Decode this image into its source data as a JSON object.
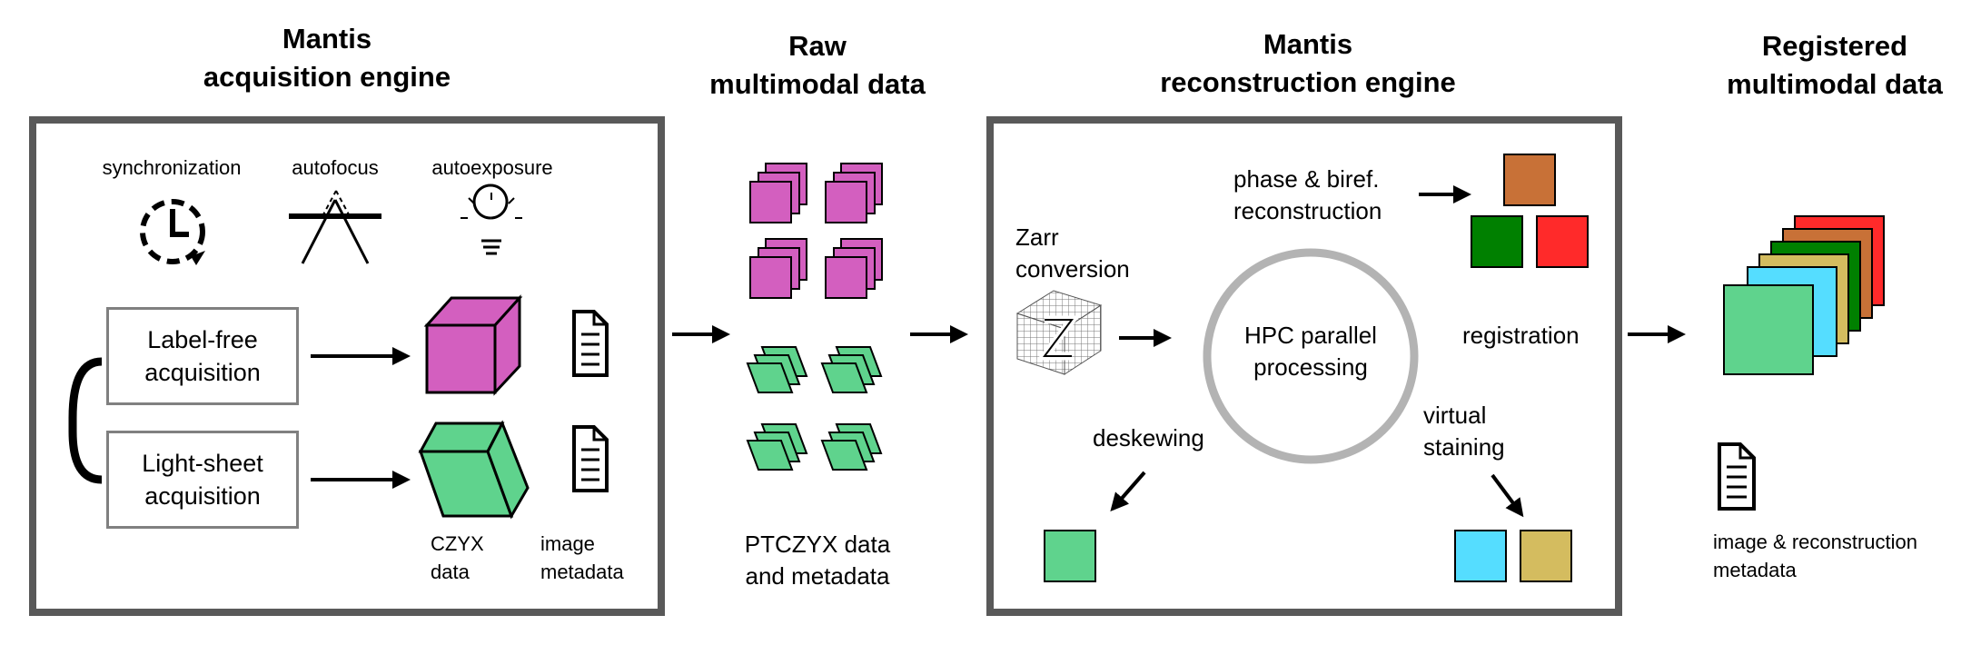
{
  "titles": {
    "acquisition": "Mantis\nacquisition engine",
    "raw": "Raw\nmultimodal data",
    "reconstruction": "Mantis\nreconstruction engine",
    "registered": "Registered\nmultimodal data"
  },
  "acquisition": {
    "icons": [
      {
        "label": "synchronization",
        "icon": "clock-sync-icon"
      },
      {
        "label": "autofocus",
        "icon": "autofocus-icon"
      },
      {
        "label": "autoexposure",
        "icon": "lightbulb-icon"
      }
    ],
    "label_free": "Label-free\nacquisition",
    "light_sheet": "Light-sheet\nacquisition",
    "czyx": "CZYX\ndata",
    "image_metadata": "image\nmetadata"
  },
  "raw": {
    "caption": "PTCZYX data\nand metadata"
  },
  "reconstruction": {
    "zarr": "Zarr\nconversion",
    "phase": "phase & biref.\nreconstruction",
    "hpc": "HPC parallel\nprocessing",
    "registration": "registration",
    "deskewing": "deskewing",
    "virtual_staining": "virtual\nstaining"
  },
  "registered": {
    "caption": "image & reconstruction\nmetadata"
  },
  "colors": {
    "magenta": "#d35fbf",
    "green_light": "#5fd38d",
    "orange": "#c87137",
    "green_dark": "#008000",
    "red": "#ff2a2a",
    "cyan": "#55ddff",
    "khaki": "#d4bc5f",
    "box_border": "#595959",
    "circle": "#b3b3b3"
  }
}
